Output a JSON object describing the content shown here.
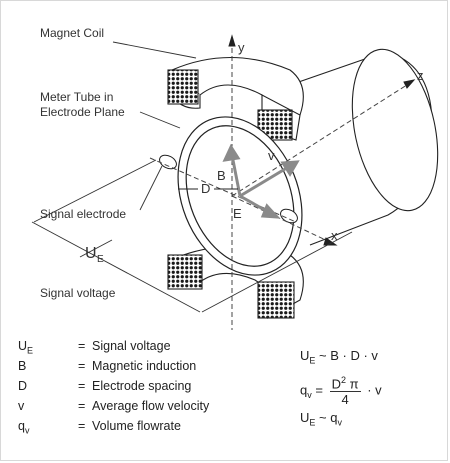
{
  "labels": {
    "magnet_coil": "Magnet Coil",
    "meter_tube_line1": "Meter Tube in",
    "meter_tube_line2": "Electrode Plane",
    "signal_electrode": "Signal electrode",
    "ue_main": "U",
    "ue_sub": "E",
    "signal_voltage": "Signal voltage",
    "axis_y": "y",
    "axis_z": "z",
    "axis_x": "x",
    "vec_b": "B",
    "vec_v": "v",
    "vec_d": "D",
    "vec_e": "E"
  },
  "legend": [
    {
      "sym": "U",
      "sub": "E",
      "eq": "=",
      "desc": "Signal voltage"
    },
    {
      "sym": "B",
      "sub": "",
      "eq": "=",
      "desc": "Magnetic induction"
    },
    {
      "sym": "D",
      "sub": "",
      "eq": "=",
      "desc": "Electrode spacing"
    },
    {
      "sym": "v",
      "sub": "",
      "eq": "=",
      "desc": "Average flow velocity"
    },
    {
      "sym": "q",
      "sub": "v",
      "eq": "=",
      "desc": "Volume flowrate"
    }
  ],
  "formulas": {
    "f1_lhs": "U",
    "f1_lhs_sub": "E",
    "f1_rel": "~",
    "f1_rhs": "B · D · v",
    "f2_lhs": "q",
    "f2_lhs_sub": "v",
    "f2_rel": "=",
    "f2_num": "D",
    "f2_num_sup": "2",
    "f2_num_pi": "π",
    "f2_den": "4",
    "f2_tail": "· v",
    "f3_lhs": "U",
    "f3_lhs_sub": "E",
    "f3_rel": "~",
    "f3_rhs": "q",
    "f3_rhs_sub": "v"
  }
}
